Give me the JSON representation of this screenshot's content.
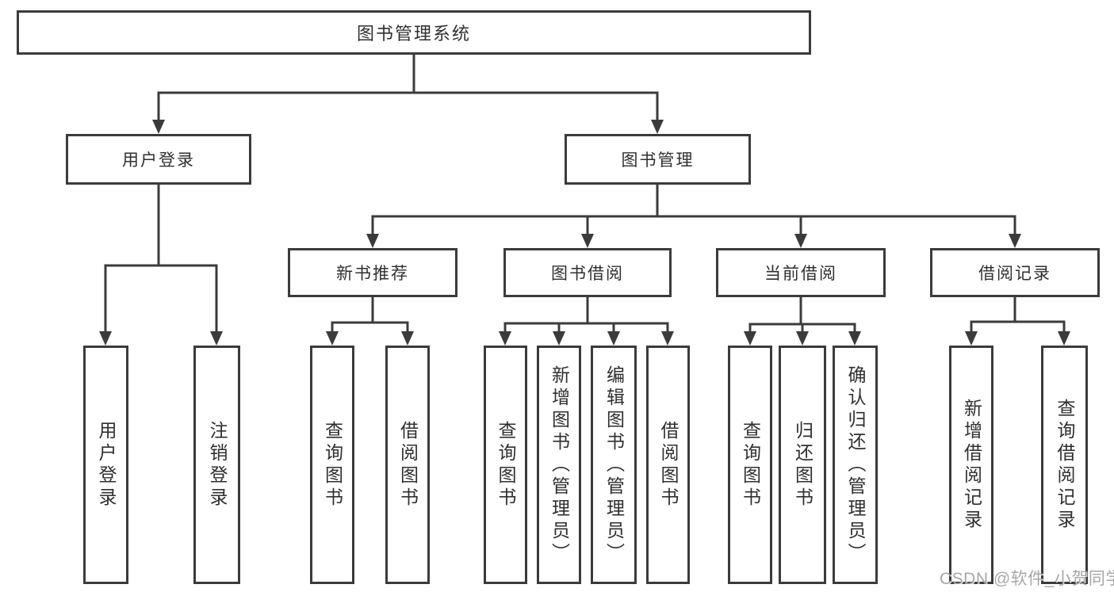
{
  "diagram": {
    "watermark": "CSDN @软件_小贺同学",
    "colors": {
      "line": "#3b3b3b",
      "border": "#3b3b3b",
      "text": "#2f2f2f",
      "watermark": "#9e9e9e",
      "background": "#ffffff"
    },
    "tree": {
      "label": "图书管理系统",
      "children": [
        {
          "label": "用户登录",
          "children": [
            {
              "label": "用户登录"
            },
            {
              "label": "注销登录"
            }
          ]
        },
        {
          "label": "图书管理",
          "children": [
            {
              "label": "新书推荐",
              "children": [
                {
                  "label": "查询图书"
                },
                {
                  "label": "借阅图书"
                }
              ]
            },
            {
              "label": "图书借阅",
              "children": [
                {
                  "label": "查询图书"
                },
                {
                  "label": "新增图书（管理员）"
                },
                {
                  "label": "编辑图书（管理员）"
                },
                {
                  "label": "借阅图书"
                }
              ]
            },
            {
              "label": "当前借阅",
              "children": [
                {
                  "label": "查询图书"
                },
                {
                  "label": "归还图书"
                },
                {
                  "label": "确认归还（管理员）"
                }
              ]
            },
            {
              "label": "借阅记录",
              "children": [
                {
                  "label": "新增借阅记录"
                },
                {
                  "label": "查询借阅记录"
                }
              ]
            }
          ]
        }
      ]
    }
  }
}
